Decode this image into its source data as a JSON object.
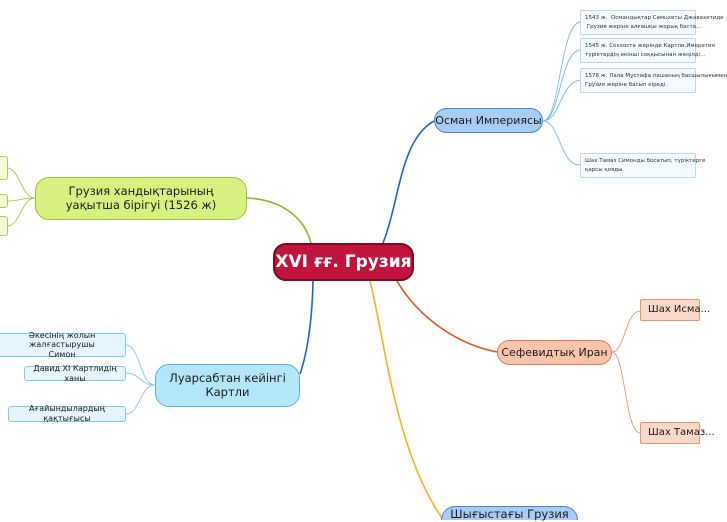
{
  "central": {
    "label": "XVI ғғ. Грузия"
  },
  "branches": {
    "ottoman": {
      "label": "Осман Империясы",
      "notes": [
        "1543 ж.  Османдықтар Самцхеты Джавахетиде\n Грузия жеріне алғашқы жорық баста...",
        "1545 ж. Соххоста жерінде Картли,Имеретия\nтүріктердің екінші соққысынан жеңілді...",
        "1578 ж. Лала Мұстафа пашаның басшылығымен\nГрузия жеріне басып кіреді.",
        "Шах Тамаз Симонды босатып, түріктерге\nқарсы қояды."
      ]
    },
    "unification": {
      "label": "Грузия хандықтарының уақытша бірігуі (1526 ж)",
      "line1": "Грузия хандықтарының",
      "line2": "уақытша бірігуі (1526 ж)"
    },
    "kartli": {
      "label": "Луарсабтан кейінгі Картли",
      "line1": "Луарсабтан кейінгі",
      "line2": "Картли",
      "subs": [
        "Әкесінің жолын жалғастырушы Симон",
        "Давид XI Картлидің ханы",
        "Ағайындылардың қақтығысы"
      ],
      "sub1_line1": "Әкесінің жолын жалғастырушы",
      "sub1_line2": "Симон"
    },
    "safavid": {
      "label": "Сефевидтық Иран",
      "subs": [
        "Шах Исма...",
        "Шах Тамаз..."
      ]
    },
    "eastern": {
      "label": "Шығыстағы Грузия"
    }
  },
  "colors": {
    "central": "#c0143c",
    "ottoman": "#a8cdf4",
    "unification": "#d8f080",
    "kartli": "#b4e6fa",
    "safavid": "#f9c4ae",
    "eastern": "#a8cdf4"
  },
  "icons": []
}
